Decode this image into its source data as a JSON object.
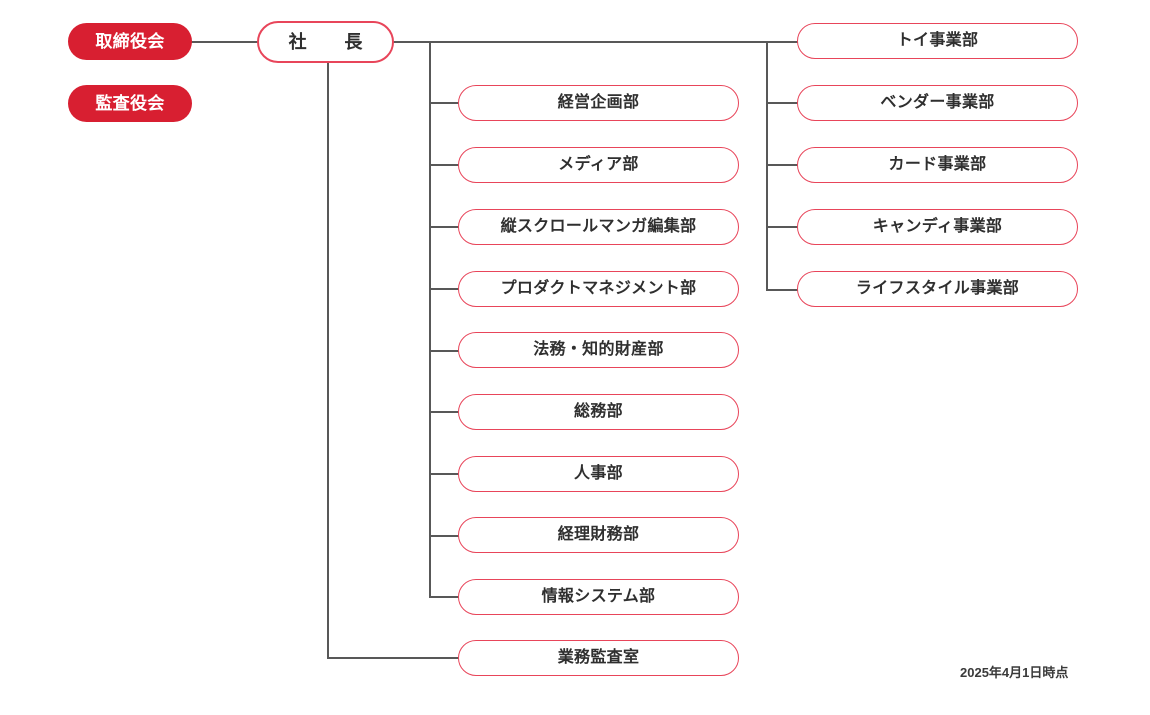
{
  "diagram": {
    "title_note": "2025年4月1日時点",
    "accent_color": "#E8455A",
    "filled_color": "#D81F31",
    "line_color": "#585858",
    "text_color": "#2f2f2f"
  },
  "governance": [
    {
      "label": "取締役会"
    },
    {
      "label": "監査役会"
    }
  ],
  "president": {
    "label": "社　長"
  },
  "divisions": [
    {
      "label": "経営企画部"
    },
    {
      "label": "メディア部"
    },
    {
      "label": "縦スクロールマンガ編集部"
    },
    {
      "label": "プロダクトマネジメント部"
    },
    {
      "label": "法務・知的財産部"
    },
    {
      "label": "総務部"
    },
    {
      "label": "人事部"
    },
    {
      "label": "経理財務部"
    },
    {
      "label": "情報システム部"
    },
    {
      "label": "業務監査室"
    }
  ],
  "business_units": [
    {
      "label": "トイ事業部"
    },
    {
      "label": "ベンダー事業部"
    },
    {
      "label": "カード事業部"
    },
    {
      "label": "キャンディ事業部"
    },
    {
      "label": "ライフスタイル事業部"
    }
  ]
}
